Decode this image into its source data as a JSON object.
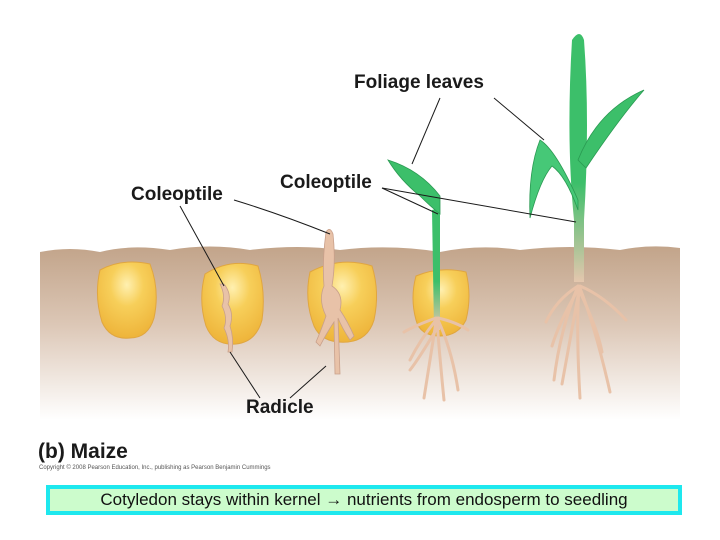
{
  "figure": {
    "panel_label": "(b) Maize",
    "copyright": "Copyright © 2008 Pearson Education, Inc., publishing as Pearson Benjamin Cummings",
    "labels": {
      "foliage_leaves": "Foliage leaves",
      "coleoptile_left": "Coleoptile",
      "coleoptile_right": "Coleoptile",
      "radicle": "Radicle"
    },
    "stages": [
      {
        "stage": 1,
        "description": "Kernel in soil, ungerminated"
      },
      {
        "stage": 2,
        "description": "Kernel with emerging coleoptile and radicle"
      },
      {
        "stage": 3,
        "description": "Coleoptile emerges above soil, branching radicle"
      },
      {
        "stage": 4,
        "description": "First foliage leaf emerging from coleoptile"
      },
      {
        "stage": 5,
        "description": "Seedling with multiple foliage leaves and fibrous roots"
      }
    ],
    "colors": {
      "soil_top": "#c4a890",
      "soil_bottom": "#ffffff",
      "kernel": "#f3c24a",
      "root": "#e8c2a8",
      "leaf": "#3cbf6a"
    }
  },
  "caption": {
    "text": "Cotyledon stays within kernel → nutrients from endosperm to seedling",
    "border_color": "#1ee8ee",
    "background_color": "#ccfccc"
  }
}
